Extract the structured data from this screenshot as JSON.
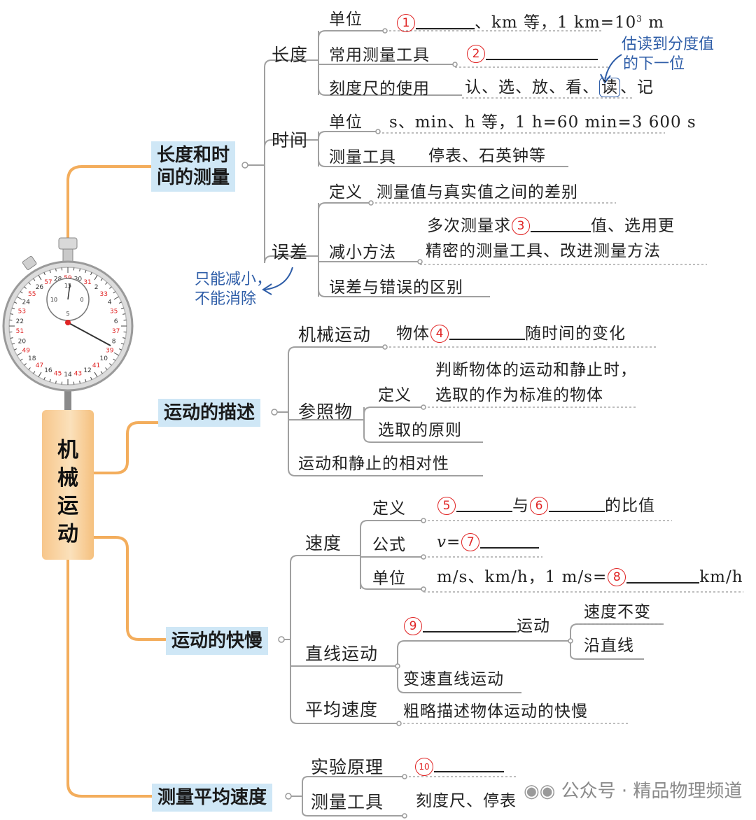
{
  "central": [
    "机",
    "械",
    "运",
    "动"
  ],
  "categories": {
    "length_time": [
      "长度和时",
      "间的测量"
    ],
    "motion_desc": "运动的描述",
    "speed": "运动的快慢",
    "avg_speed": "测量平均速度"
  },
  "length_time": {
    "length": {
      "label": "长度",
      "unit_label": "单位",
      "unit_num": "1",
      "unit_text_a": "、km 等，1 km=10",
      "unit_sup": "3",
      "unit_text_b": " m",
      "tool_label": "常用测量工具",
      "tool_num": "2",
      "ruler_label": "刻度尺的使用",
      "ruler_a": "认、选、放、看、",
      "ruler_boxed": "读",
      "ruler_b": "、记"
    },
    "time": {
      "label": "时间",
      "unit_label": "单位",
      "unit_text": "s、min、h 等，1 h=60 min=3 600 s",
      "tool_label": "测量工具",
      "tool_text": "停表、石英钟等"
    },
    "error": {
      "label": "误差",
      "def_label": "定义",
      "def_text": "测量值与真实值之间的差别",
      "reduce_label": "减小方法",
      "reduce_a": "多次测量求",
      "reduce_num": "3",
      "reduce_b": "值、选用更",
      "reduce_line2": "精密的测量工具、改进测量方法",
      "diff": "误差与错误的区别"
    },
    "note_read": [
      "估读到分度值",
      "的下一位"
    ],
    "note_error": [
      "只能减小，",
      "不能消除"
    ]
  },
  "motion_desc": {
    "mech_label": "机械运动",
    "mech_a": "物体",
    "mech_num": "4",
    "mech_b": "随时间的变化",
    "ref_label": "参照物",
    "ref_def_label": "定义",
    "ref_def_line1": "判断物体的运动和静止时，",
    "ref_def_line2": "选取的作为标准的物体",
    "ref_rule": "选取的原则",
    "relative": "运动和静止的相对性"
  },
  "speed": {
    "label": "速度",
    "def_label": "定义",
    "def_num_a": "5",
    "def_mid": "与",
    "def_num_b": "6",
    "def_end": "的比值",
    "formula_label": "公式",
    "formula_text": "v=",
    "formula_num": "7",
    "unit_label": "单位",
    "unit_text": "m/s、km/h，1 m/s=",
    "unit_num": "8",
    "unit_end": "km/h",
    "linear_label": "直线运动",
    "uniform_num": "9",
    "uniform_text": "运动",
    "const_speed": "速度不变",
    "straight": "沿直线",
    "variable": "变速直线运动",
    "avg_label": "平均速度",
    "avg_text": "粗略描述物体运动的快慢"
  },
  "avg_speed": {
    "principle_label": "实验原理",
    "principle_num": "10",
    "tool_label": "测量工具",
    "tool_text": "刻度尺、停表"
  },
  "stopwatch": {
    "outer": [
      "59",
      "30",
      "31",
      "2",
      "33",
      "4",
      "35",
      "6",
      "37",
      "8",
      "39",
      "10",
      "41",
      "12",
      "43",
      "14",
      "45",
      "16",
      "47",
      "18",
      "49",
      "20",
      "51",
      "22",
      "53",
      "24",
      "55",
      "26",
      "57",
      "28"
    ],
    "inner": [
      "15",
      "0",
      "5",
      "10"
    ]
  },
  "watermark": "公众号 · 精品物理频道",
  "colors": {
    "branch_orange": "#f3ad5c",
    "category_fill": "#cfe7f6",
    "marker_red": "#e02424",
    "note_blue": "#2f5ea8",
    "tree_gray": "#9a9a9a"
  }
}
